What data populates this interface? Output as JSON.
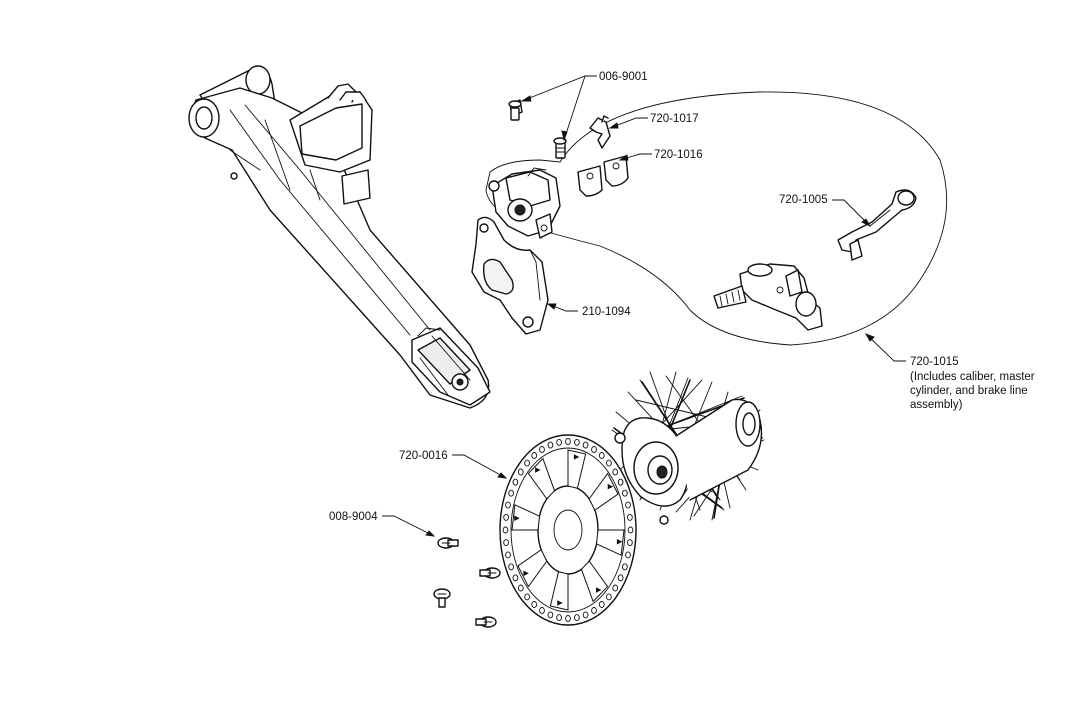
{
  "callouts": {
    "c_006_9001": "006-9001",
    "c_720_1017": "720-1017",
    "c_720_1016": "720-1016",
    "c_720_1005": "720-1005",
    "c_210_1094": "210-1094",
    "c_720_1015": "720-1015",
    "c_720_1015_note": [
      "(Includes caliber, master",
      "cylinder, and brake line",
      "assembly)"
    ],
    "c_720_0016": "720-0016",
    "c_008_9004": "008-9004"
  },
  "icons": {
    "swingarm": "swingarm-icon",
    "caliper": "brake-caliper-icon",
    "bracket": "caliper-bracket-icon",
    "lever": "brake-lever-icon",
    "master_cylinder": "master-cylinder-icon",
    "rotor": "brake-rotor-icon",
    "hub": "wheel-hub-icon",
    "bolt": "bolt-icon",
    "pad": "brake-pad-icon",
    "pin": "pad-pin-icon"
  }
}
